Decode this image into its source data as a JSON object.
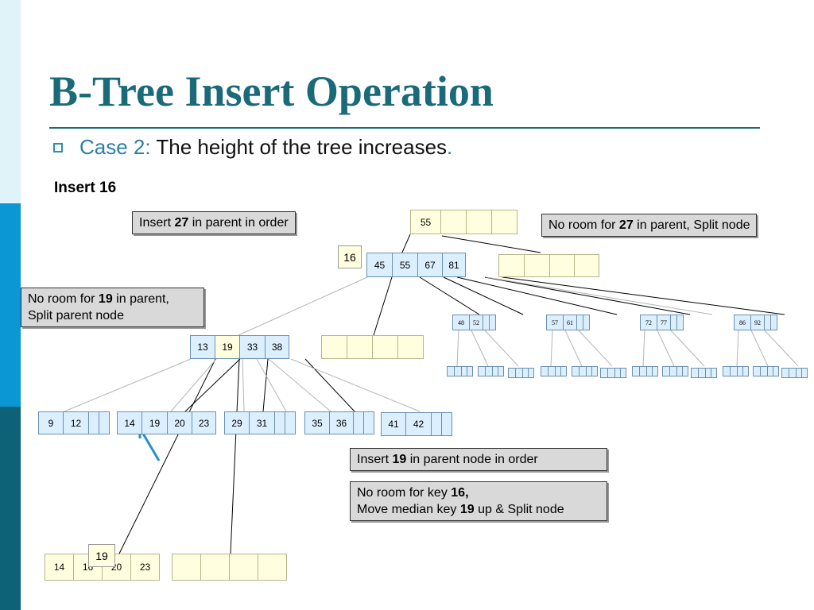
{
  "slide": {
    "title": "B-Tree Insert Operation",
    "bullet": {
      "lead": "Case 2:",
      "text": " The height of the tree increases",
      "end": "."
    },
    "subhead": "Insert 16"
  },
  "callouts": {
    "insert27": {
      "pre": "Insert ",
      "bold": "27",
      "post": " in parent in order"
    },
    "noroom27": {
      "pre": "No room for ",
      "bold": "27",
      "post": " in parent, Split node"
    },
    "noroom19": {
      "pre": "No room for ",
      "bold": "19",
      "post": " in parent,",
      "line2": "Split parent node"
    },
    "insert19": {
      "pre": "Insert ",
      "bold": "19",
      "post": " in parent node in order"
    },
    "noroom16": {
      "pre": "No room for key ",
      "bold": "16,",
      "line2pre": "Move median key ",
      "line2bold": "19",
      "line2post": " up & Split node"
    }
  },
  "tags": {
    "k16": "16",
    "k19": "19"
  },
  "nodes": {
    "root": [
      "55",
      "",
      "",
      ""
    ],
    "level1": [
      "45",
      "55",
      "67",
      "81"
    ],
    "level1_new": [
      "",
      "",
      "",
      ""
    ],
    "mid_left": [
      "13",
      "19",
      "33",
      "38"
    ],
    "mid_left_new": [
      "",
      "",
      "",
      ""
    ],
    "r1": [
      "48",
      "52",
      "",
      ""
    ],
    "r2": [
      "57",
      "61",
      "",
      ""
    ],
    "r3": [
      "72",
      "77",
      "",
      ""
    ],
    "r4": [
      "86",
      "92",
      "",
      ""
    ],
    "leaf1": [
      "9",
      "12",
      "",
      ""
    ],
    "leaf2": [
      "14",
      "19",
      "20",
      "23"
    ],
    "leaf3": [
      "29",
      "31",
      "",
      ""
    ],
    "leaf4": [
      "35",
      "36",
      "",
      ""
    ],
    "leaf5": [
      "41",
      "42",
      "",
      ""
    ],
    "bottom_left": [
      "14",
      "16",
      "20",
      "23"
    ],
    "bottom_right": [
      "",
      "",
      "",
      ""
    ]
  },
  "colors": {
    "title": "#1b6a7a",
    "accent": "#2a8fb0",
    "node_fill": "#dcefff",
    "new_node_fill": "#ffffe0",
    "callout_fill": "#d9d9d9"
  }
}
